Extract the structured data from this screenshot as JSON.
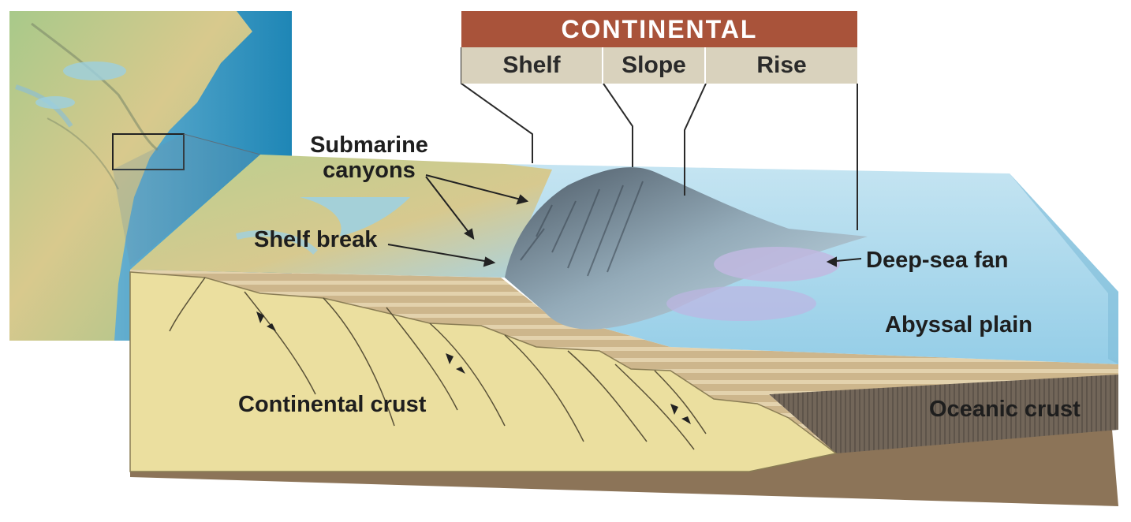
{
  "header": {
    "title": "CONTINENTAL",
    "columns": [
      "Shelf",
      "Slope",
      "Rise"
    ]
  },
  "labels": {
    "submarine_canyons": "Submarine\ncanyons",
    "shelf_break": "Shelf break",
    "deep_sea_fan": "Deep-sea fan",
    "abyssal_plain": "Abyssal plain",
    "continental_crust": "Continental crust",
    "oceanic_crust": "Oceanic crust"
  },
  "colors": {
    "header_bar": "#a9533a",
    "header_cells": "#d9d2bd",
    "water": "#a9d6ea",
    "continental_crust": "#ebdf9f",
    "sediment": "#cbb48a",
    "oceanic_crust": "#6e6357",
    "mantle_base": "#8c7458",
    "deep_sea_fan": "#c1b8e0"
  }
}
